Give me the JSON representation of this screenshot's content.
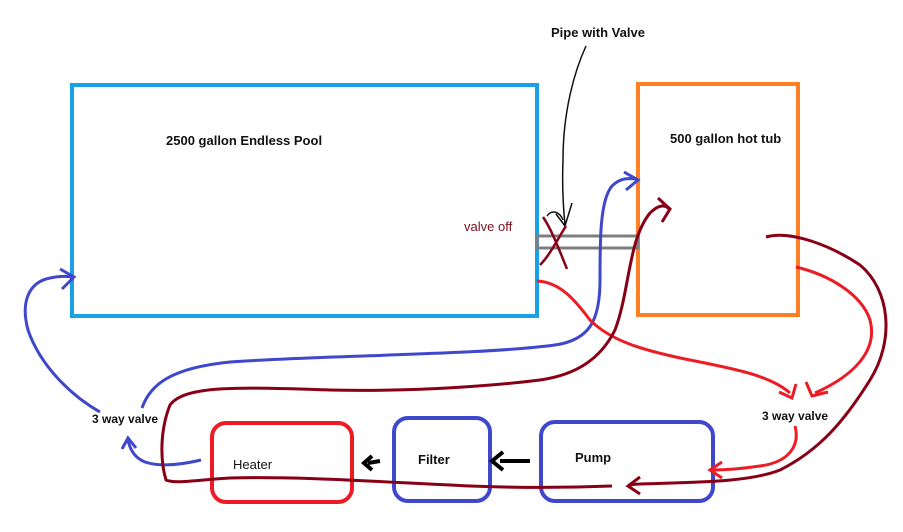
{
  "labels": {
    "pipe_with_valve": "Pipe with Valve",
    "pool": "2500 gallon Endless Pool",
    "hot_tub": "500 gallon hot tub",
    "valve_off": "valve off",
    "three_way_valve_left": "3 way valve",
    "three_way_valve_right": "3 way valve",
    "heater": "Heater",
    "filter": "Filter",
    "pump": "Pump"
  },
  "colors": {
    "pool_border": "#19a1e6",
    "hot_tub_border": "#ff7f27",
    "pipe": "#7f7f7f",
    "heater_border": "#ed1c24",
    "filter_border": "#3f48cc",
    "pump_border": "#3f48cc",
    "blue_flow": "#3f48cc",
    "red_flow": "#ed1c24",
    "maroon_flow": "#880015",
    "arrow_black": "#000000"
  }
}
